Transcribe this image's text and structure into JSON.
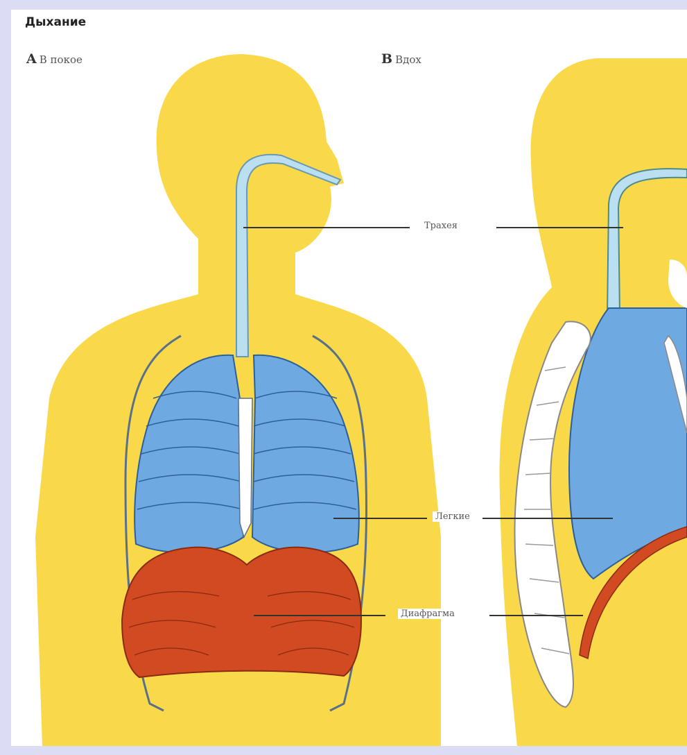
{
  "title": "Дыхание",
  "panels": [
    {
      "letter": "A",
      "caption": "В покое"
    },
    {
      "letter": "B",
      "caption": "Вдох"
    }
  ],
  "callouts": {
    "trachea": "Трахея",
    "lungs": "Легкие",
    "diaphragm": "Диафрагма"
  },
  "colors": {
    "background_border": "#dcdcf4",
    "body": "#f9d94a",
    "lung": "#6fa9e2",
    "trachea": "#b9dff0",
    "diaphragm": "#d24a22",
    "bone": "#ffffff"
  }
}
